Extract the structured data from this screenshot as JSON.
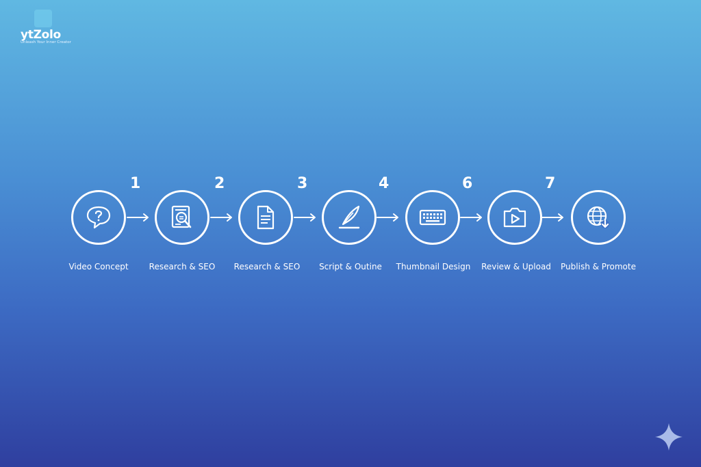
{
  "brand": {
    "name": "ytZolo",
    "tagline": "Unleash Your Inner Creator"
  },
  "steps": [
    {
      "number": "1",
      "label": "Video Concept",
      "icon": "question-bubble-icon"
    },
    {
      "number": "2",
      "label": "Research & SEO",
      "icon": "document-search-icon"
    },
    {
      "number": "3",
      "label": "Research & SEO",
      "icon": "document-icon"
    },
    {
      "number": "4",
      "label": "Script & Outine",
      "icon": "quill-pen-icon"
    },
    {
      "number": "6",
      "label": "Thumbnail Design",
      "icon": "keyboard-icon"
    },
    {
      "number": "7",
      "label": "Review & Upload",
      "icon": "video-play-icon"
    },
    {
      "number": "",
      "label": "Publish & Promote",
      "icon": "globe-download-icon"
    }
  ],
  "colors": {
    "background_top": "#60b8e2",
    "background_bottom": "#2f3f9f",
    "foreground": "#ffffff"
  }
}
